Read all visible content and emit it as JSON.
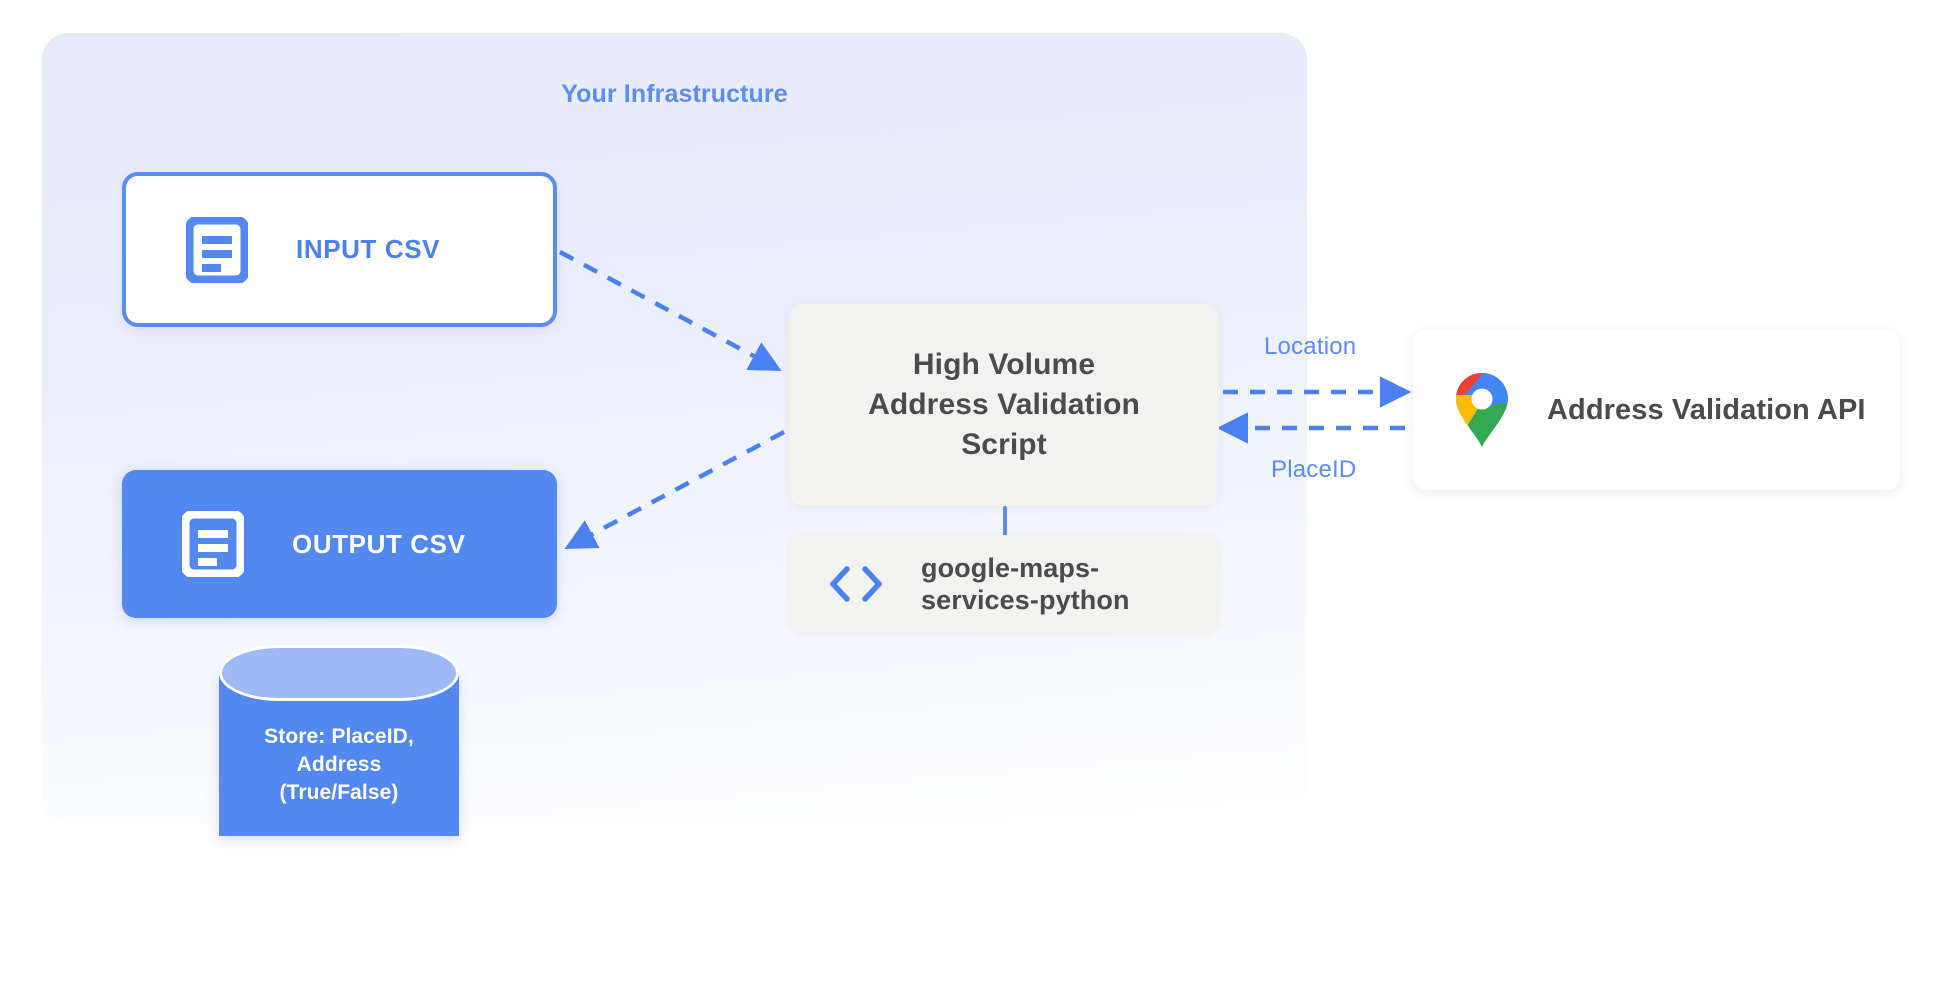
{
  "panel": {
    "title": "Your Infrastructure"
  },
  "nodes": {
    "input_csv": {
      "label": "INPUT CSV",
      "icon": "document-icon"
    },
    "output_csv": {
      "label": "OUTPUT CSV",
      "icon": "document-icon"
    },
    "script": {
      "line1": "High Volume",
      "line2": "Address Validation",
      "line3": "Script"
    },
    "library": {
      "line1": "google-maps-",
      "line2": "services-python",
      "icon": "code-brackets-icon"
    },
    "api": {
      "label": "Address Validation API",
      "icon": "google-maps-pin-icon"
    },
    "database": {
      "line1": "Store: PlaceID,",
      "line2": "Address",
      "line3": "(True/False)",
      "icon": "database-cylinder-icon"
    }
  },
  "edges": {
    "location_label": "Location",
    "placeid_label": "PlaceID"
  },
  "colors": {
    "accent_blue": "#5b8cf0",
    "fill_blue": "#5288ef",
    "panel_bg": "#e6ebfa",
    "card_grey": "#f2f2f0",
    "text_dark": "#4b4b4b",
    "db_top": "#9cbaf5"
  }
}
